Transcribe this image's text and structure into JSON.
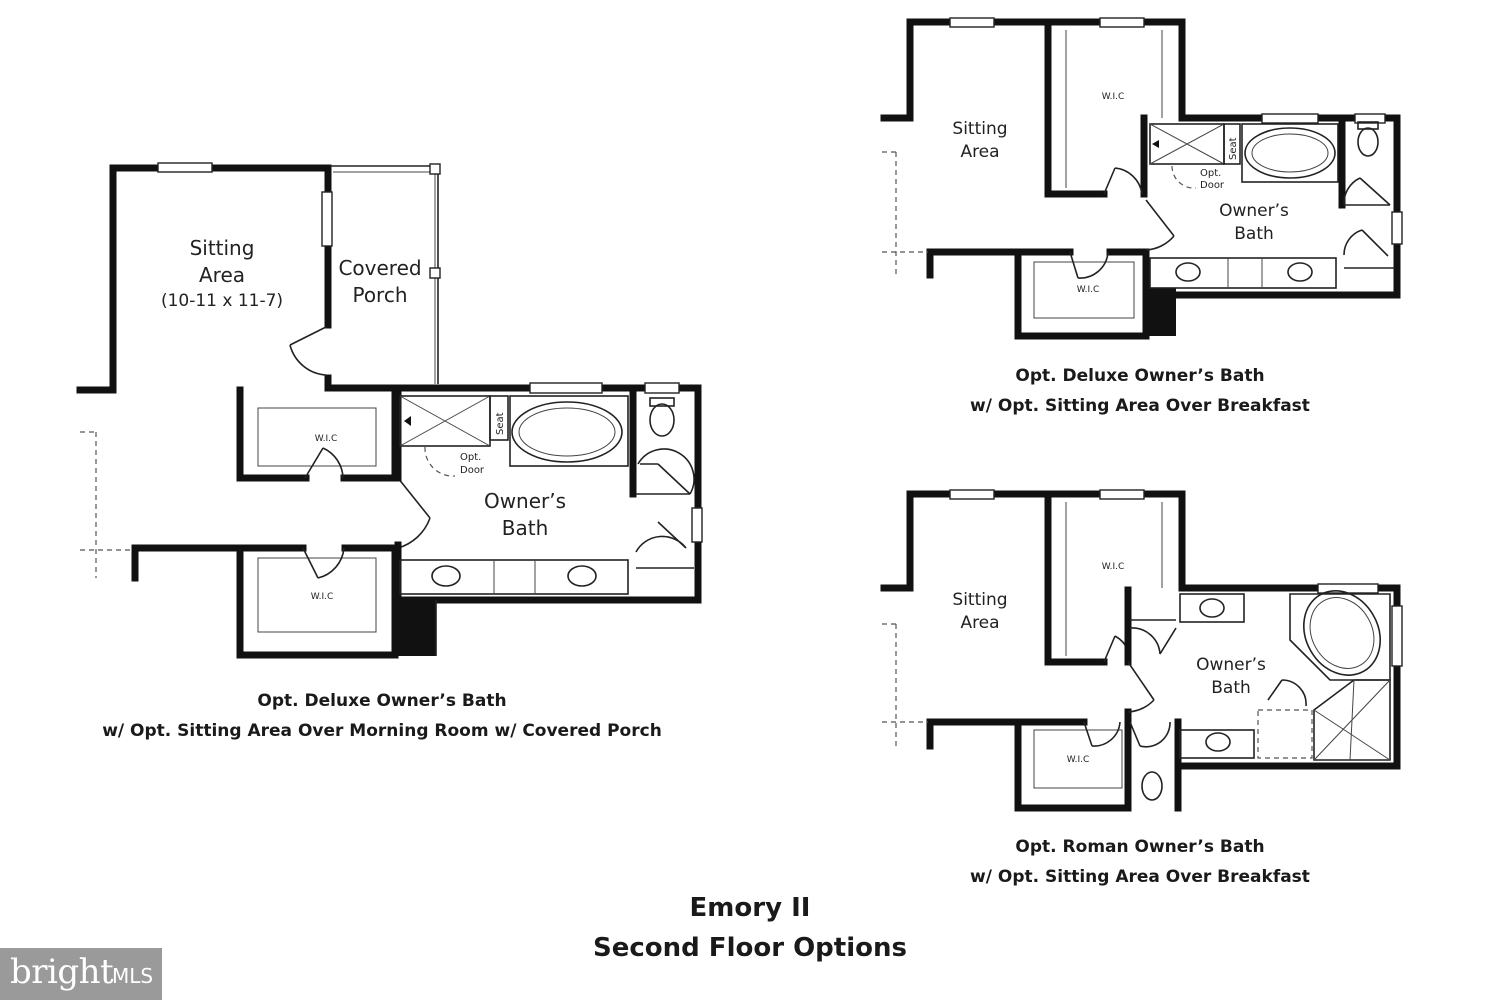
{
  "plan_left": {
    "sitting_area": "Sitting",
    "sitting_area_2": "Area",
    "sitting_dims": "(10-11 x 11-7)",
    "porch_1": "Covered",
    "porch_2": "Porch",
    "wic_top": "W.I.C",
    "wic_bottom": "W.I.C",
    "bath_1": "Owner’s",
    "bath_2": "Bath",
    "seat": "Seat",
    "opt_door_1": "Opt.",
    "opt_door_2": "Door",
    "caption_1": "Opt. Deluxe Owner’s Bath",
    "caption_2": "w/ Opt. Sitting Area Over Morning Room w/ Covered Porch"
  },
  "plan_top_right": {
    "sitting_area": "Sitting",
    "sitting_area_2": "Area",
    "wic_top": "W.I.C",
    "wic_bottom": "W.I.C",
    "bath_1": "Owner’s",
    "bath_2": "Bath",
    "seat": "Seat",
    "opt_door_1": "Opt.",
    "opt_door_2": "Door",
    "caption_1": "Opt. Deluxe Owner’s Bath",
    "caption_2": "w/ Opt. Sitting Area Over Breakfast"
  },
  "plan_bottom_right": {
    "sitting_area": "Sitting",
    "sitting_area_2": "Area",
    "wic_top": "W.I.C",
    "wic_bottom": "W.I.C",
    "bath_1": "Owner’s",
    "bath_2": "Bath",
    "caption_1": "Opt. Roman Owner’s Bath",
    "caption_2": "w/ Opt. Sitting Area Over Breakfast"
  },
  "title": {
    "line_1": "Emory II",
    "line_2": "Second Floor Options"
  },
  "watermark": {
    "brand": "bright",
    "suffix": "MLS"
  },
  "colors": {
    "wall": "#111111",
    "logo_bg": "#9a9a9a"
  }
}
